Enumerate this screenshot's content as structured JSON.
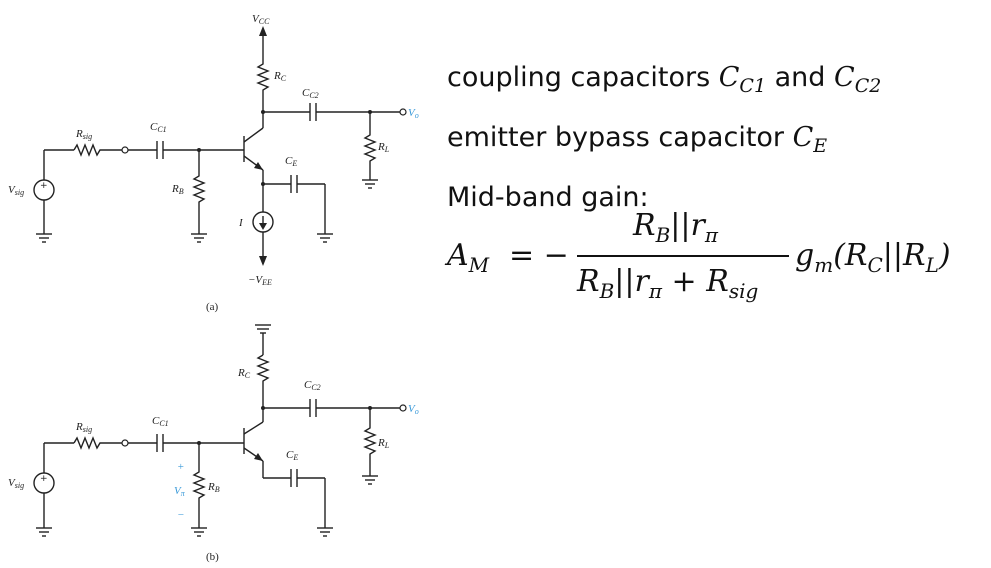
{
  "circuit_a": {
    "caption": "(a)",
    "labels": {
      "vcc": "V",
      "vcc_sub": "CC",
      "rc": "R",
      "rc_sub": "C",
      "cc2": "C",
      "cc2_sub": "C2",
      "vo": "V",
      "vo_sub": "o",
      "rsig": "R",
      "rsig_sub": "sig",
      "cc1": "C",
      "cc1_sub": "C1",
      "ce": "C",
      "ce_sub": "E",
      "rl": "R",
      "rl_sub": "L",
      "vsig": "V",
      "vsig_sub": "sig",
      "rb": "R",
      "rb_sub": "B",
      "i": "I",
      "vee": "−V",
      "vee_sub": "EE",
      "plus": "+"
    }
  },
  "circuit_b": {
    "caption": "(b)",
    "labels": {
      "rc": "R",
      "rc_sub": "C",
      "cc2": "C",
      "cc2_sub": "C2",
      "vo": "V",
      "vo_sub": "o",
      "rsig": "R",
      "rsig_sub": "sig",
      "cc1": "C",
      "cc1_sub": "C1",
      "ce": "C",
      "ce_sub": "E",
      "rl": "R",
      "rl_sub": "L",
      "vsig": "V",
      "vsig_sub": "sig",
      "rb": "R",
      "rb_sub": "B",
      "vpi": "V",
      "vpi_sub": "π",
      "plus": "+",
      "minus": "−"
    }
  },
  "notes": {
    "line1_text": "coupling capacitors ",
    "line1_c1": "C",
    "line1_c1_sub": "C1",
    "line1_and": " and ",
    "line1_c2": "C",
    "line1_c2_sub": "C2",
    "line2_text": "emitter bypass capacitor ",
    "line2_ce": "C",
    "line2_ce_sub": "E",
    "line3_text": "Mid-band gain:"
  },
  "formula": {
    "lhs": "A",
    "lhs_sub": "M",
    "equals": "= −",
    "num": "R",
    "num_sub": "B",
    "num_rest": "||r",
    "num_rest_sub": "π",
    "den": "R",
    "den_sub": "B",
    "den_mid": "||r",
    "den_mid_sub": "π",
    "den_plus": " + R",
    "den_plus_sub": "sig",
    "gm": "g",
    "gm_sub": "m",
    "paren_open": "(R",
    "paren_rc_sub": "C",
    "paren_par": "||R",
    "paren_rl_sub": "L",
    "paren_close": ")"
  }
}
